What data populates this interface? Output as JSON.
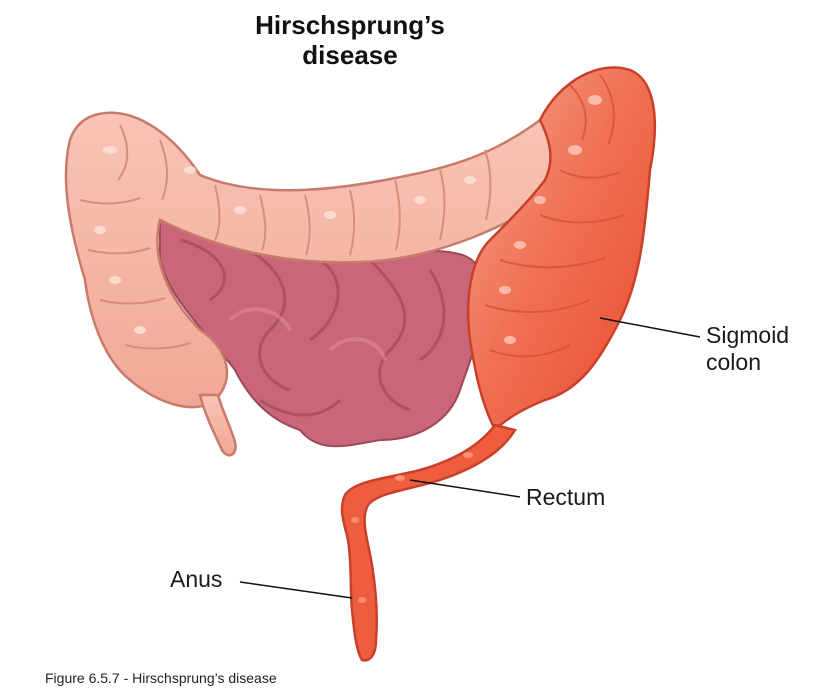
{
  "title": {
    "line1": "Hirschsprung’s",
    "line2": "disease"
  },
  "labels": {
    "sigmoid": {
      "line1": "Sigmoid",
      "line2": "colon"
    },
    "rectum": "Rectum",
    "anus": "Anus"
  },
  "caption": "Figure 6.5.7 - Hirschsprung’s disease",
  "colors": {
    "healthy_colon": "#f4b2a2",
    "healthy_colon_outline": "#c97b6b",
    "small_intestine": "#c9667a",
    "small_intestine_dark": "#9e4858",
    "affected_colon": "#ec5a3c",
    "affected_colon_outline": "#c8402a"
  }
}
